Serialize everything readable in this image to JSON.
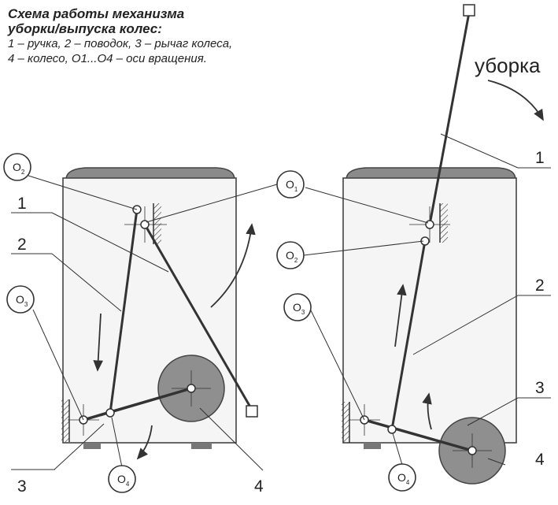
{
  "caption": {
    "title_line1": "Схема работы механизма",
    "title_line2": "уборки/выпуска колес:",
    "legend_line1": "1 – ручка, 2 – поводок, 3 – рычаг колеса,",
    "legend_line2": "4 – колесо, O1...O4 – оси вращения."
  },
  "direction_label": "уборка",
  "part_numbers": {
    "handle": "1",
    "link": "2",
    "lever": "3",
    "wheel": "4"
  },
  "axes": {
    "letter": "O",
    "o1": "1",
    "o2": "2",
    "o3": "3",
    "o4": "4"
  }
}
